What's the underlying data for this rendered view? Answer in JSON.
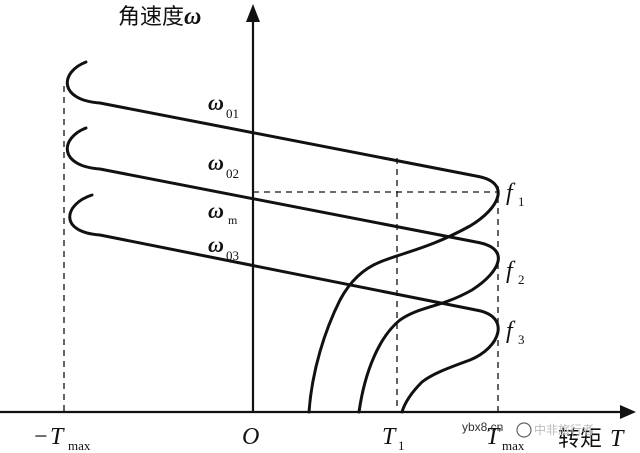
{
  "axes": {
    "y_label": "角速度",
    "y_symbol": "ω",
    "x_label": "转矩",
    "x_symbol": "T"
  },
  "ticks": {
    "neg_tmax_sign": "−",
    "neg_tmax_T": "T",
    "neg_tmax_sub": "max",
    "origin": "O",
    "t1_T": "T",
    "t1_sub": "1",
    "tmax_T": "T",
    "tmax_sub": "max"
  },
  "curve_labels": {
    "w01_sym": "ω",
    "w01_sub": "01",
    "w02_sym": "ω",
    "w02_sub": "02",
    "wm_sym": "ω",
    "wm_sub": "m",
    "w03_sym": "ω",
    "w03_sub": "03",
    "f1_sym": "f",
    "f1_sub": "1",
    "f2_sym": "f",
    "f2_sub": "2",
    "f3_sym": "f",
    "f3_sub": "3"
  },
  "watermark": {
    "text": "ybx8.cn",
    "brand": "中非旅行者"
  },
  "colors": {
    "ink": "#111111",
    "watermark": "#333333"
  }
}
